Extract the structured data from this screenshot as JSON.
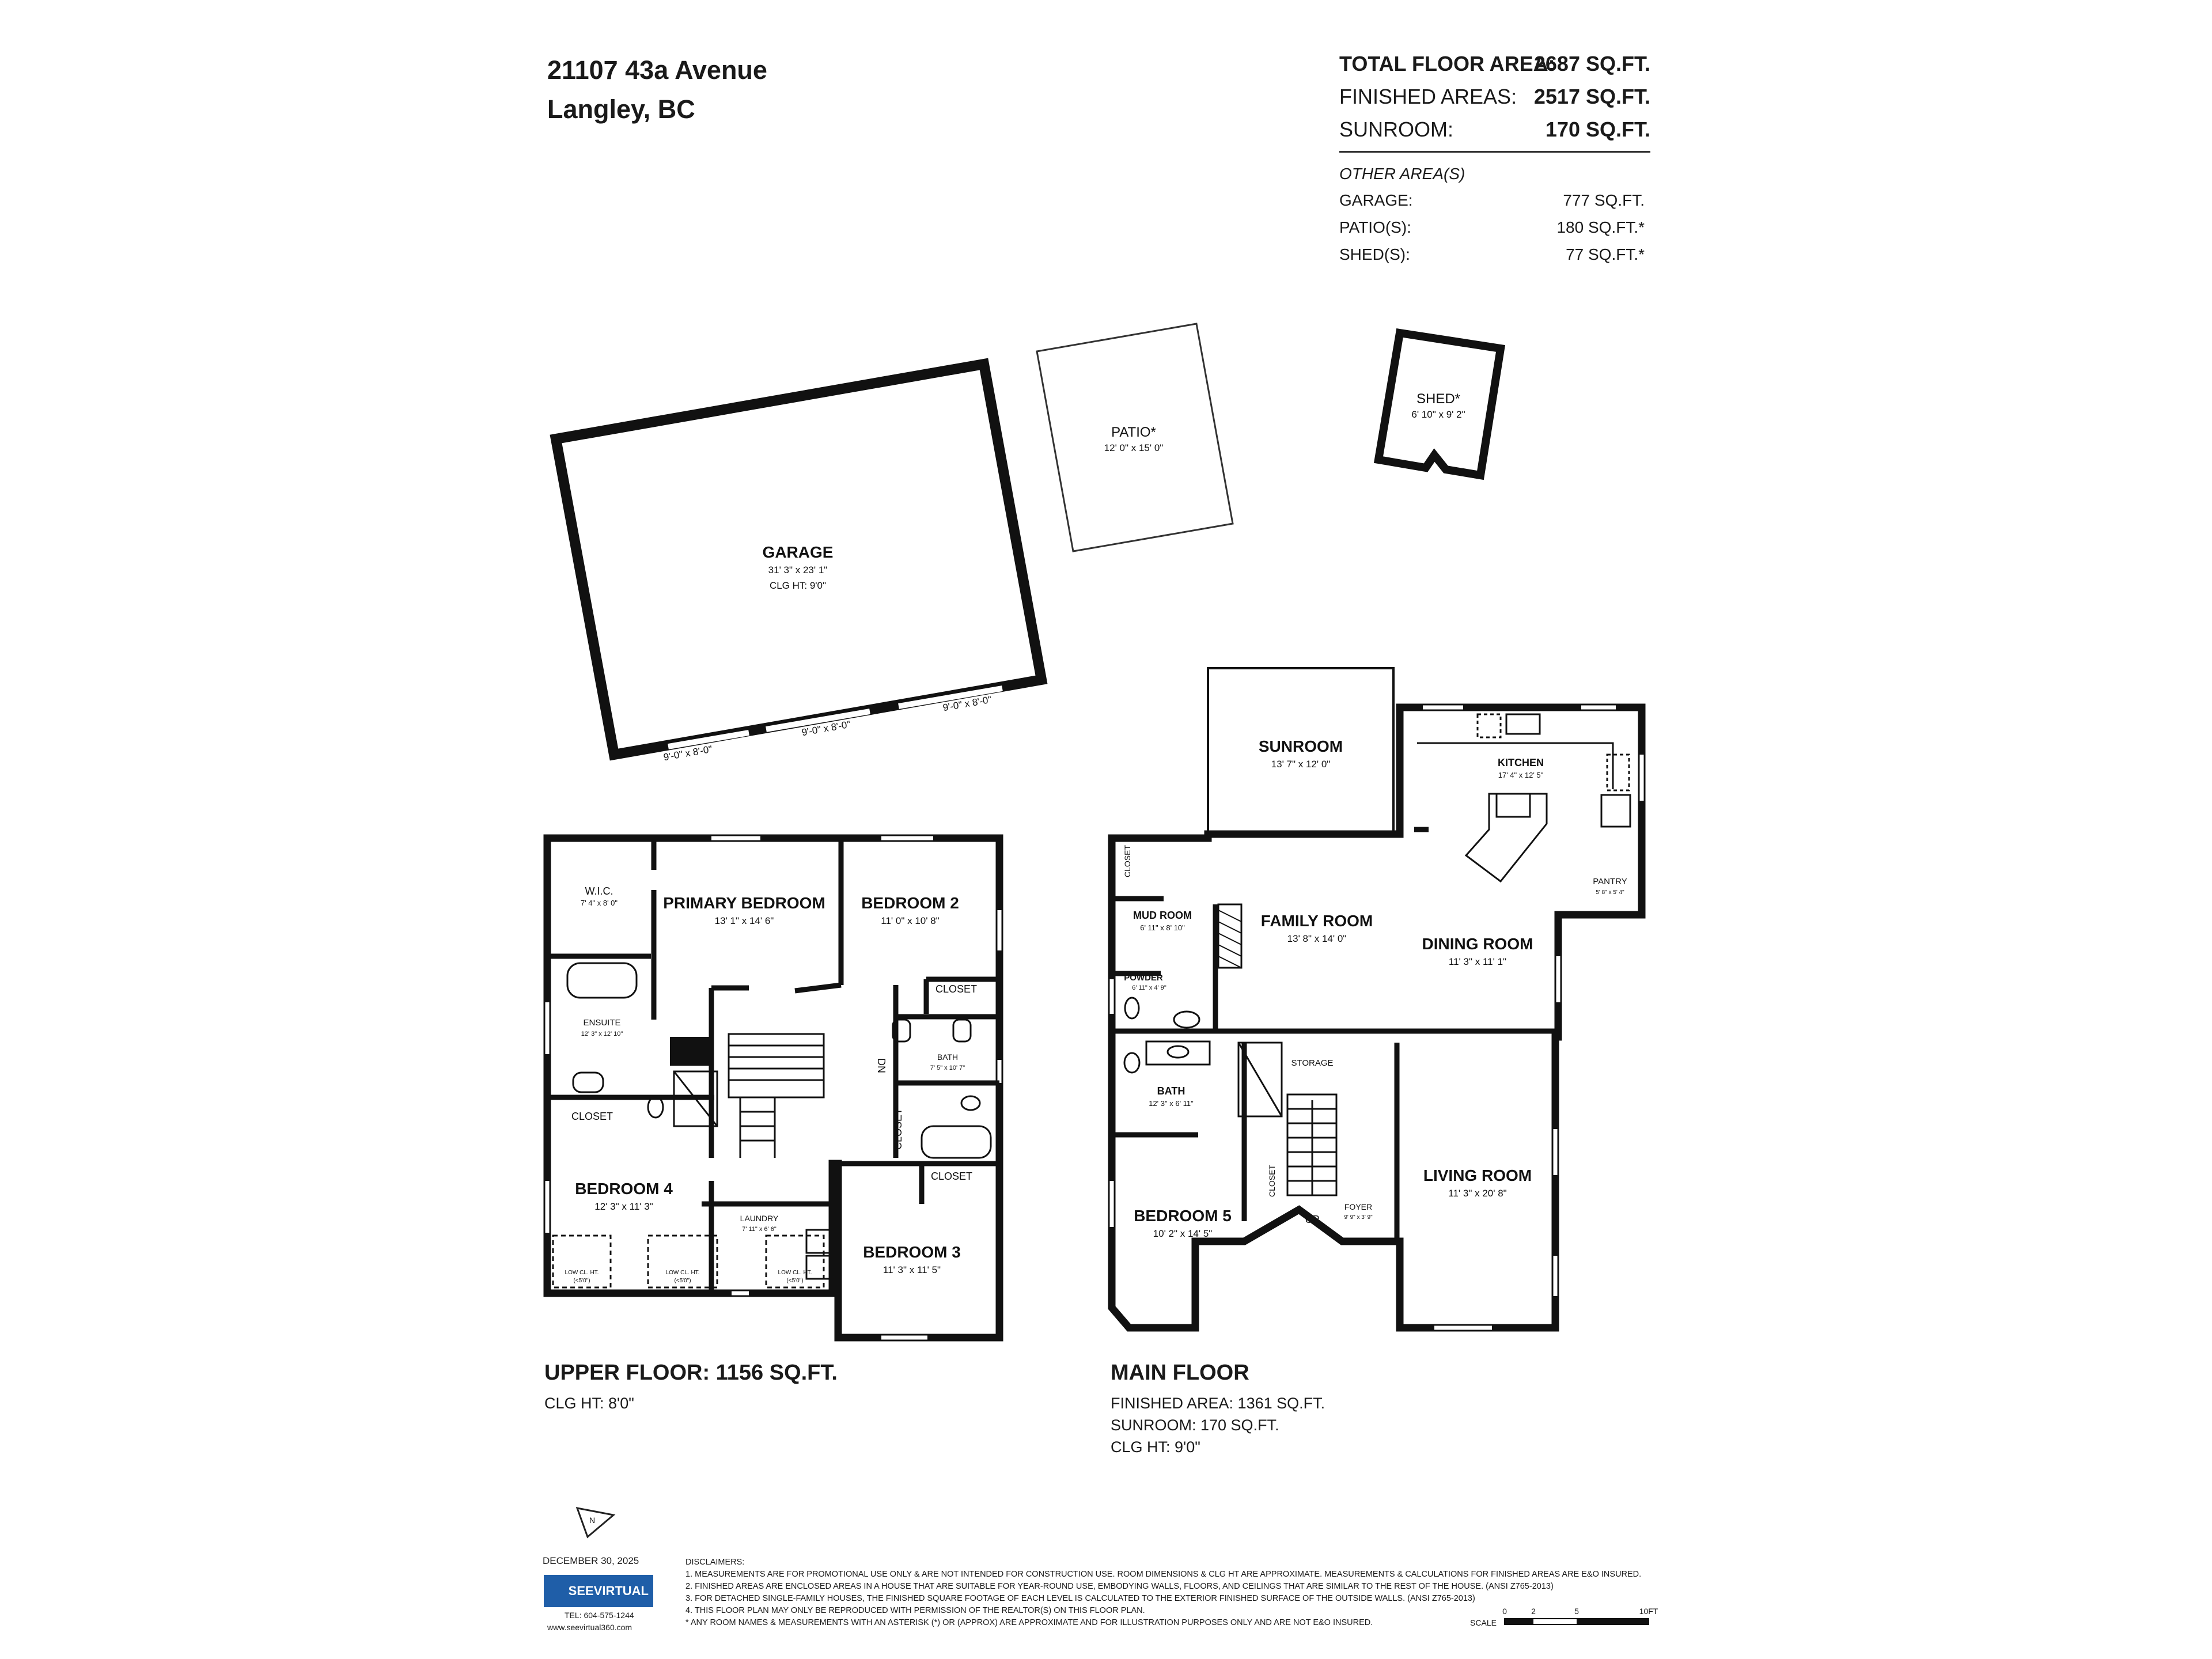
{
  "header": {
    "address_line1": "21107 43a Avenue",
    "address_line2": "Langley, BC"
  },
  "areas": {
    "total_label": "TOTAL FLOOR AREA:",
    "total_value": "2687 SQ.FT.",
    "finished_label": "FINISHED AREAS:",
    "finished_value": "2517 SQ.FT.",
    "sunroom_label": "SUNROOM:",
    "sunroom_value": "170 SQ.FT.",
    "other_title": "OTHER AREA(S)",
    "other": [
      {
        "label": "GARAGE:",
        "value": "777 SQ.FT."
      },
      {
        "label": "PATIO(S):",
        "value": "180 SQ.FT.*"
      },
      {
        "label": "SHED(S):",
        "value": "77 SQ.FT.*"
      }
    ]
  },
  "outbuildings": {
    "garage": {
      "name": "GARAGE",
      "dims": "31' 3\" x 23' 1\"",
      "clg": "CLG HT: 9'0\"",
      "doors": [
        "9'-0\" x 8'-0\"",
        "9'-0\" x 8'-0\"",
        "9'-0\" x 8'-0\""
      ]
    },
    "patio": {
      "name": "PATIO*",
      "dims": "12' 0\" x 15' 0\""
    },
    "shed": {
      "name": "SHED*",
      "dims": "6' 10\" x 9' 2\""
    }
  },
  "upper_floor": {
    "title": "UPPER FLOOR: 1156 SQ.FT.",
    "clg": "CLG HT: 8'0\"",
    "rooms": {
      "wic": {
        "name": "W.I.C.",
        "dims": "7' 4\" x 8' 0\""
      },
      "primary": {
        "name": "PRIMARY BEDROOM",
        "dims": "13' 1\" x 14' 6\""
      },
      "bed2": {
        "name": "BEDROOM 2",
        "dims": "11' 0\" x 10' 8\""
      },
      "ensuite": {
        "name": "ENSUITE",
        "dims": "12' 3\" x 12' 10\""
      },
      "bath": {
        "name": "BATH",
        "dims": "7' 5\" x 10' 7\""
      },
      "bed4": {
        "name": "BEDROOM 4",
        "dims": "12' 3\" x 11' 3\""
      },
      "laundry": {
        "name": "LAUNDRY",
        "dims": "7' 11\" x 6' 6\""
      },
      "bed3": {
        "name": "BEDROOM 3",
        "dims": "11' 3\" x 11' 5\""
      },
      "closet": "CLOSET",
      "dn": "DN",
      "low_clg": "LOW CL. HT.",
      "low_clg_sub": "(<5'0\")"
    }
  },
  "main_floor": {
    "title": "MAIN FLOOR",
    "finished": "FINISHED AREA: 1361 SQ.FT.",
    "sunroom": "SUNROOM: 170 SQ.FT.",
    "clg": "CLG HT: 9'0\"",
    "rooms": {
      "sunroom": {
        "name": "SUNROOM",
        "dims": "13' 7\" x 12' 0\""
      },
      "kitchen": {
        "name": "KITCHEN",
        "dims": "17' 4\" x 12' 5\""
      },
      "pantry": {
        "name": "PANTRY",
        "dims": "5' 8\" x 5' 4\""
      },
      "mud": {
        "name": "MUD ROOM",
        "dims": "6' 11\" x 8' 10\""
      },
      "family": {
        "name": "FAMILY ROOM",
        "dims": "13' 8\" x 14' 0\""
      },
      "dining": {
        "name": "DINING ROOM",
        "dims": "11' 3\" x 11' 1\""
      },
      "powder": {
        "name": "POWDER",
        "dims": "6' 11\" x 4' 9\""
      },
      "bath": {
        "name": "BATH",
        "dims": "12' 3\" x 6' 11\""
      },
      "storage": "STORAGE",
      "living": {
        "name": "LIVING ROOM",
        "dims": "11' 3\" x 20' 8\""
      },
      "bed5": {
        "name": "BEDROOM 5",
        "dims": "10' 2\" x 14' 5\""
      },
      "foyer": {
        "name": "FOYER",
        "dims": "9' 9\" x 3' 9\""
      },
      "closet": "CLOSET",
      "up": "UP"
    }
  },
  "footer": {
    "date": "DECEMBER 30, 2025",
    "logo_text": "SEEVIRTUAL",
    "tel": "TEL: 604-575-1244",
    "web": "www.seevirtual360.com",
    "disclaimer_title": "DISCLAIMERS:",
    "disclaimers": [
      "1. MEASUREMENTS ARE FOR PROMOTIONAL USE ONLY & ARE NOT INTENDED FOR CONSTRUCTION USE. ROOM DIMENSIONS & CLG HT ARE APPROXIMATE. MEASUREMENTS & CALCULATIONS FOR FINISHED AREAS ARE E&O INSURED.",
      "2. FINISHED AREAS ARE ENCLOSED AREAS IN A HOUSE THAT ARE SUITABLE FOR YEAR-ROUND USE, EMBODYING WALLS, FLOORS, AND CEILINGS THAT ARE SIMILAR TO THE REST OF THE HOUSE. (ANSI Z765-2013)",
      "3. FOR DETACHED SINGLE-FAMILY HOUSES, THE FINISHED SQUARE FOOTAGE OF EACH LEVEL IS CALCULATED TO THE EXTERIOR FINISHED SURFACE OF THE OUTSIDE WALLS. (ANSI Z765-2013)",
      "4. THIS FLOOR PLAN MAY ONLY BE REPRODUCED WITH PERMISSION OF THE REALTOR(S) ON THIS FLOOR PLAN.",
      "* ANY ROOM NAMES & MEASUREMENTS WITH AN ASTERISK (*) OR (APPROX) ARE APPROXIMATE AND FOR ILLUSTRATION PURPOSES ONLY AND ARE NOT E&O INSURED."
    ],
    "scale_label": "SCALE",
    "scale_ticks": [
      "0",
      "2",
      "5",
      "10FT"
    ],
    "north": "N"
  }
}
